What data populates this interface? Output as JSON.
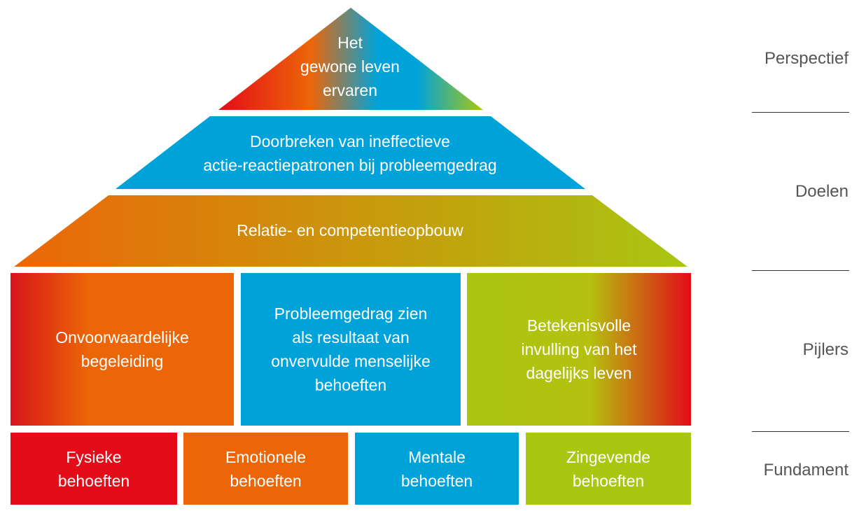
{
  "pyramid": {
    "perspective": "Het\ngewone leven\nervaren",
    "goal": "Doorbreken van ineffectieve\nactie-reactiepatronen bij probleemgedrag",
    "relation": "Relatie- en competentieopbouw"
  },
  "pillars": [
    {
      "label": "Onvoorwaardelijke\nbegeleiding"
    },
    {
      "label": "Probleemgedrag zien\nals resultaat van\nonvervulde menselijke\nbehoeften"
    },
    {
      "label": "Betekenisvolle\ninvulling van het\ndagelijks leven"
    }
  ],
  "foundation": [
    {
      "label": "Fysieke\nbehoeften",
      "color": "#e30c18"
    },
    {
      "label": "Emotionele\nbehoeften",
      "color": "#ec6608"
    },
    {
      "label": "Mentale\nbehoeften",
      "color": "#00a3d9"
    },
    {
      "label": "Zingevende\nbehoeften",
      "color": "#a9c611"
    }
  ],
  "side_labels": {
    "perspectief": "Perspectief",
    "doelen": "Doelen",
    "pijlers": "Pijlers",
    "fundament": "Fundament"
  },
  "colors": {
    "red": "#e30c18",
    "orange": "#ec6608",
    "blue": "#00a3d9",
    "green": "#a9c611"
  }
}
